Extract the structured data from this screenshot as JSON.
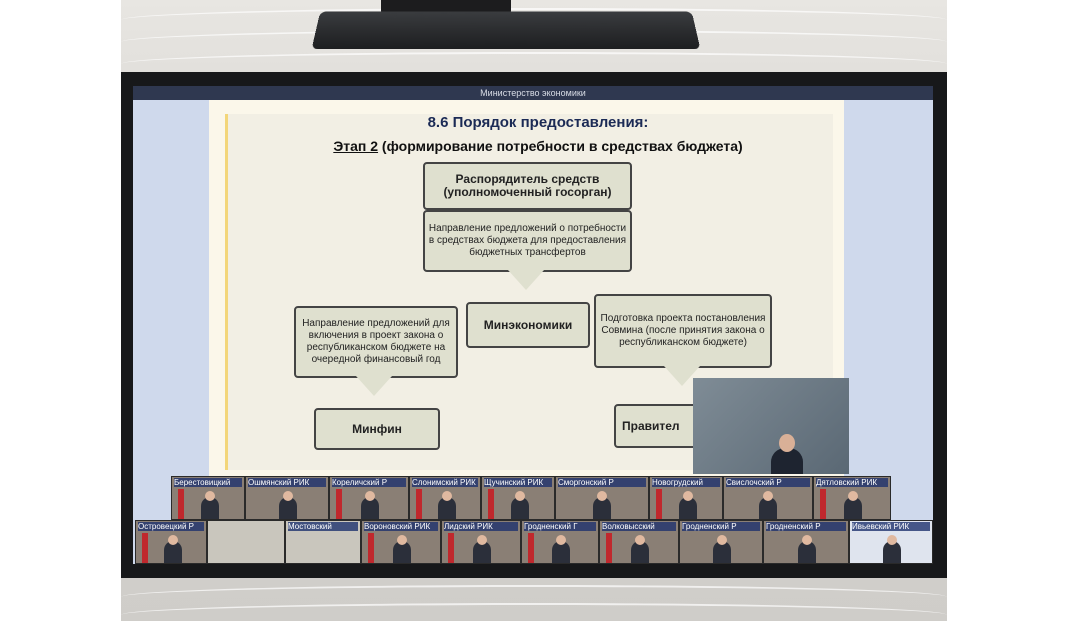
{
  "screen": {
    "header": "Министерство экономики"
  },
  "slide": {
    "title": "8.6 Порядок предоставления:",
    "subtitle_prefix": "Этап 2",
    "subtitle_rest": " (формирование потребности в средствах бюджета)",
    "box_top": "Распорядитель средств\n(уполномоченный госорган)",
    "box_top_note": "Направление предложений о потребности в средствах бюджета для предоставления бюджетных трансфертов",
    "box_center": "Минэкономики",
    "box_left": "Направление предложений для включения в проект закона о республиканском бюджете на очередной финансовый год",
    "box_right": "Подготовка проекта постановления Совмина (после принятия закона о республиканском бюджете)",
    "box_bottom_left": "Минфин",
    "box_bottom_right": "Правител"
  },
  "tiles_row1": [
    "Берестовицкий",
    "Ошмянский РИК",
    "Кореличский Р",
    "Слонимский РИК",
    "Щучинский РИК",
    "Сморгонский Р",
    "Новогрудский",
    "Свислочский Р",
    "Дятловский РИК"
  ],
  "tiles_row2": [
    "Островецкий Р",
    "",
    "Мостовский",
    "Вороновский РИК",
    "Лидский РИК",
    "Гродненский Г",
    "Волковысский",
    "Гродненский Р",
    "Гродненский Р",
    "Ивьевский РИК"
  ],
  "colors": {
    "slide_accent": "#f3d67a",
    "box_fill": "#dfe0cf",
    "title": "#1b2a55"
  }
}
